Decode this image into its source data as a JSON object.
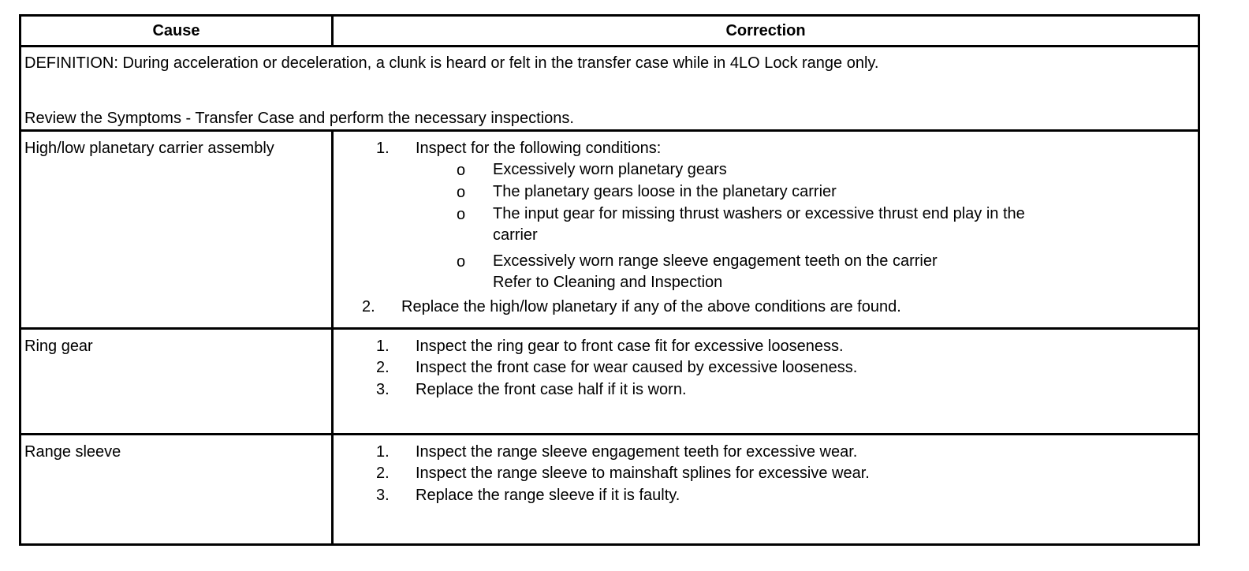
{
  "header": {
    "cause": "Cause",
    "correction": "Correction"
  },
  "definition": {
    "line1": "DEFINITION: During acceleration or deceleration, a clunk is heard or felt in the transfer case while in 4LO Lock range only.",
    "line2": "Review the Symptoms - Transfer Case and perform the necessary inspections."
  },
  "rows": [
    {
      "cause": "High/low planetary carrier assembly",
      "steps": [
        {
          "num": "1.",
          "text": "Inspect for the following conditions:",
          "bullets": [
            "Excessively worn planetary gears",
            "The planetary gears loose in the planetary carrier",
            "The input gear for missing thrust washers or excessive thrust end play in the",
            "carrier",
            "Excessively worn range sleeve engagement teeth on the carrier",
            "Refer to Cleaning and Inspection"
          ],
          "bullet_marker": "o"
        },
        {
          "num": "2.",
          "text": "Replace the high/low planetary if any of the above conditions are found."
        }
      ]
    },
    {
      "cause": "Ring gear",
      "steps": [
        {
          "num": "1.",
          "text": "Inspect the ring gear to front case fit for excessive looseness."
        },
        {
          "num": "2.",
          "text": "Inspect the front case for wear caused by excessive looseness."
        },
        {
          "num": "3.",
          "text": "Replace the front case half if it is worn."
        }
      ]
    },
    {
      "cause": "Range sleeve",
      "steps": [
        {
          "num": "1.",
          "text": "Inspect the range sleeve engagement teeth for excessive wear."
        },
        {
          "num": "2.",
          "text": "Inspect the range sleeve to mainshaft splines for excessive wear."
        },
        {
          "num": "3.",
          "text": "Replace the range sleeve if it is faulty."
        }
      ]
    }
  ]
}
